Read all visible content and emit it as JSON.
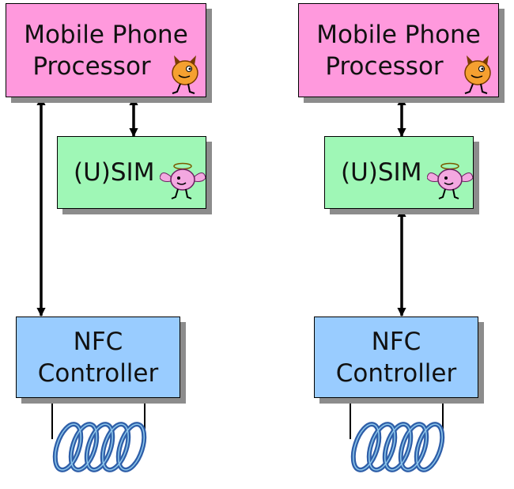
{
  "diagrams": [
    {
      "variant": "direct",
      "processor": {
        "line1": "Mobile Phone",
        "line2": "Processor",
        "icon": "devil-icon"
      },
      "usim": {
        "label": "(U)SIM",
        "icon": "angel-icon"
      },
      "nfc": {
        "line1": "NFC",
        "line2": "Controller",
        "icon": "antenna-coil-icon"
      }
    },
    {
      "variant": "via-sim",
      "processor": {
        "line1": "Mobile Phone",
        "line2": "Processor",
        "icon": "devil-icon"
      },
      "usim": {
        "label": "(U)SIM",
        "icon": "angel-icon"
      },
      "nfc": {
        "line1": "NFC",
        "line2": "Controller",
        "icon": "antenna-coil-icon"
      }
    }
  ],
  "colors": {
    "processor": "#ff99dd",
    "usim": "#9ff7b6",
    "nfc": "#99ccff",
    "shadow": "#8c8c8c",
    "devil": "#f5a030",
    "angel": "#f3a8e0",
    "coil": "#2e5ea8"
  }
}
